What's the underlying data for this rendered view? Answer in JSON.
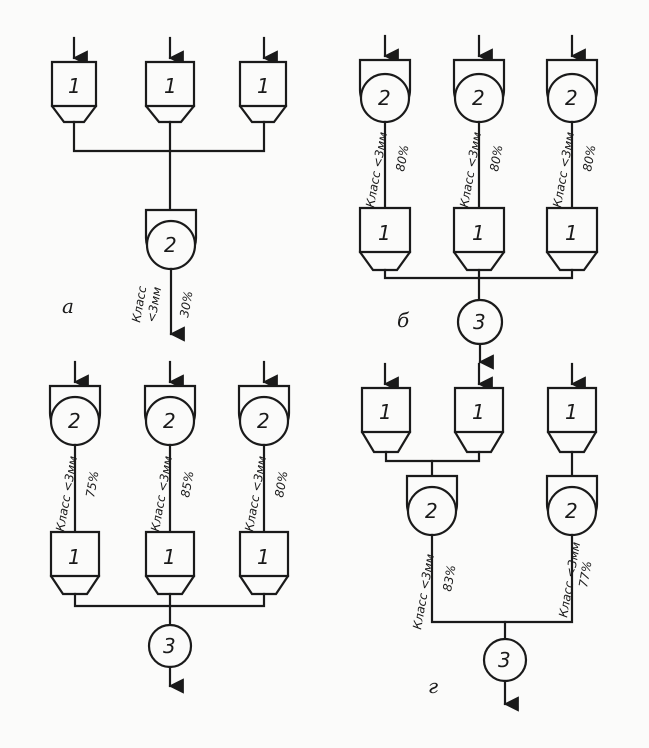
{
  "labels": {
    "bin": "1",
    "mill": "2",
    "sump": "3",
    "size_class": "Класс <3мм",
    "size_class_a_line1": "Класс",
    "size_class_a_line2": "<3мм"
  },
  "schemes": {
    "a": {
      "caption": "а",
      "mill_output": "30%"
    },
    "b": {
      "caption": "б",
      "mill_outputs": [
        "80%",
        "80%",
        "80%"
      ]
    },
    "v": {
      "mill_outputs": [
        "75%",
        "85%",
        "80%"
      ]
    },
    "g": {
      "caption": "г",
      "mill_outputs": [
        "83%",
        "77%"
      ]
    }
  }
}
